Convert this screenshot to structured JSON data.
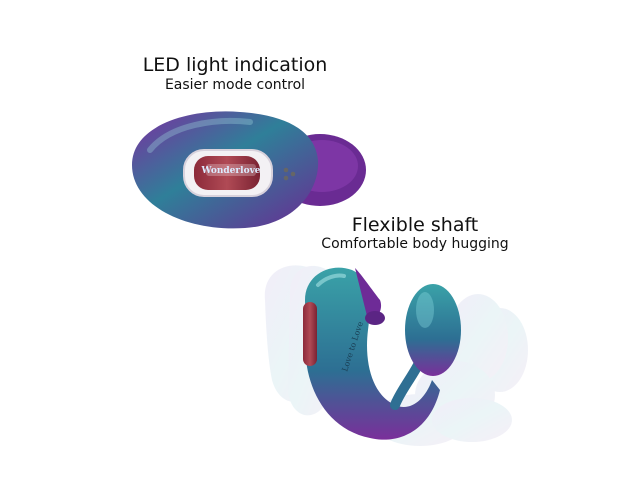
{
  "features": [
    {
      "title": "LED light indication",
      "subtitle": "Easier mode control"
    },
    {
      "title": "Flexible shaft",
      "subtitle": "Comfortable body hugging"
    }
  ],
  "product": {
    "brand_label": "Wonderlove",
    "side_label": "Love to Love"
  },
  "colors": {
    "teal": "#2f8f9c",
    "purple": "#7a2f9a",
    "accent_red": "#8c2a3a"
  }
}
